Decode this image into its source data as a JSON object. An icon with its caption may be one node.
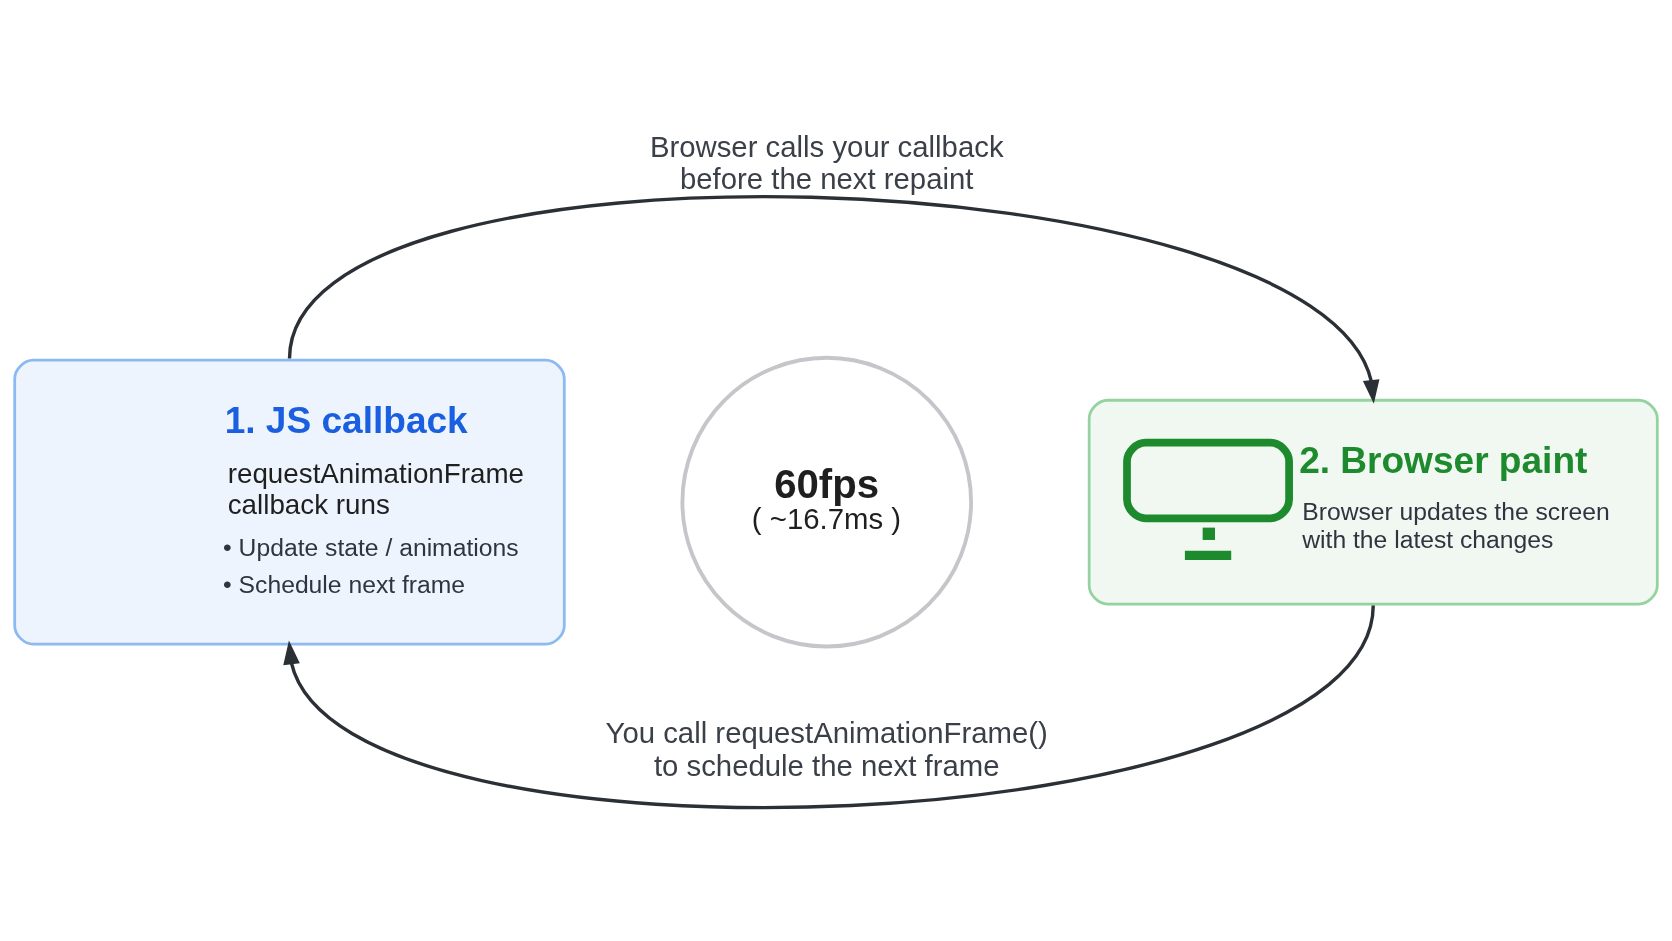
{
  "diagram": {
    "nodes": [
      {
        "text": [
          "1. JS callback",
          "requestAnimationFrame callback runs",
          "• Update state / animations",
          "• Schedule next frame"
        ]
      },
      {
        "text": [
          "2. Browser paint",
          "Browser updates the screen with the latest changes"
        ]
      },
      {
        "text": [
          "60fps",
          "( ~16.7ms )"
        ]
      }
    ],
    "edges": [
      {
        "from": 0,
        "to": 1,
        "arrow": "to",
        "label": "Browser calls your callback before the next repaint"
      },
      {
        "from": 1,
        "to": 0,
        "arrow": "to",
        "label": "You call requestAnimationFrame() to schedule the next frame"
      }
    ]
  }
}
